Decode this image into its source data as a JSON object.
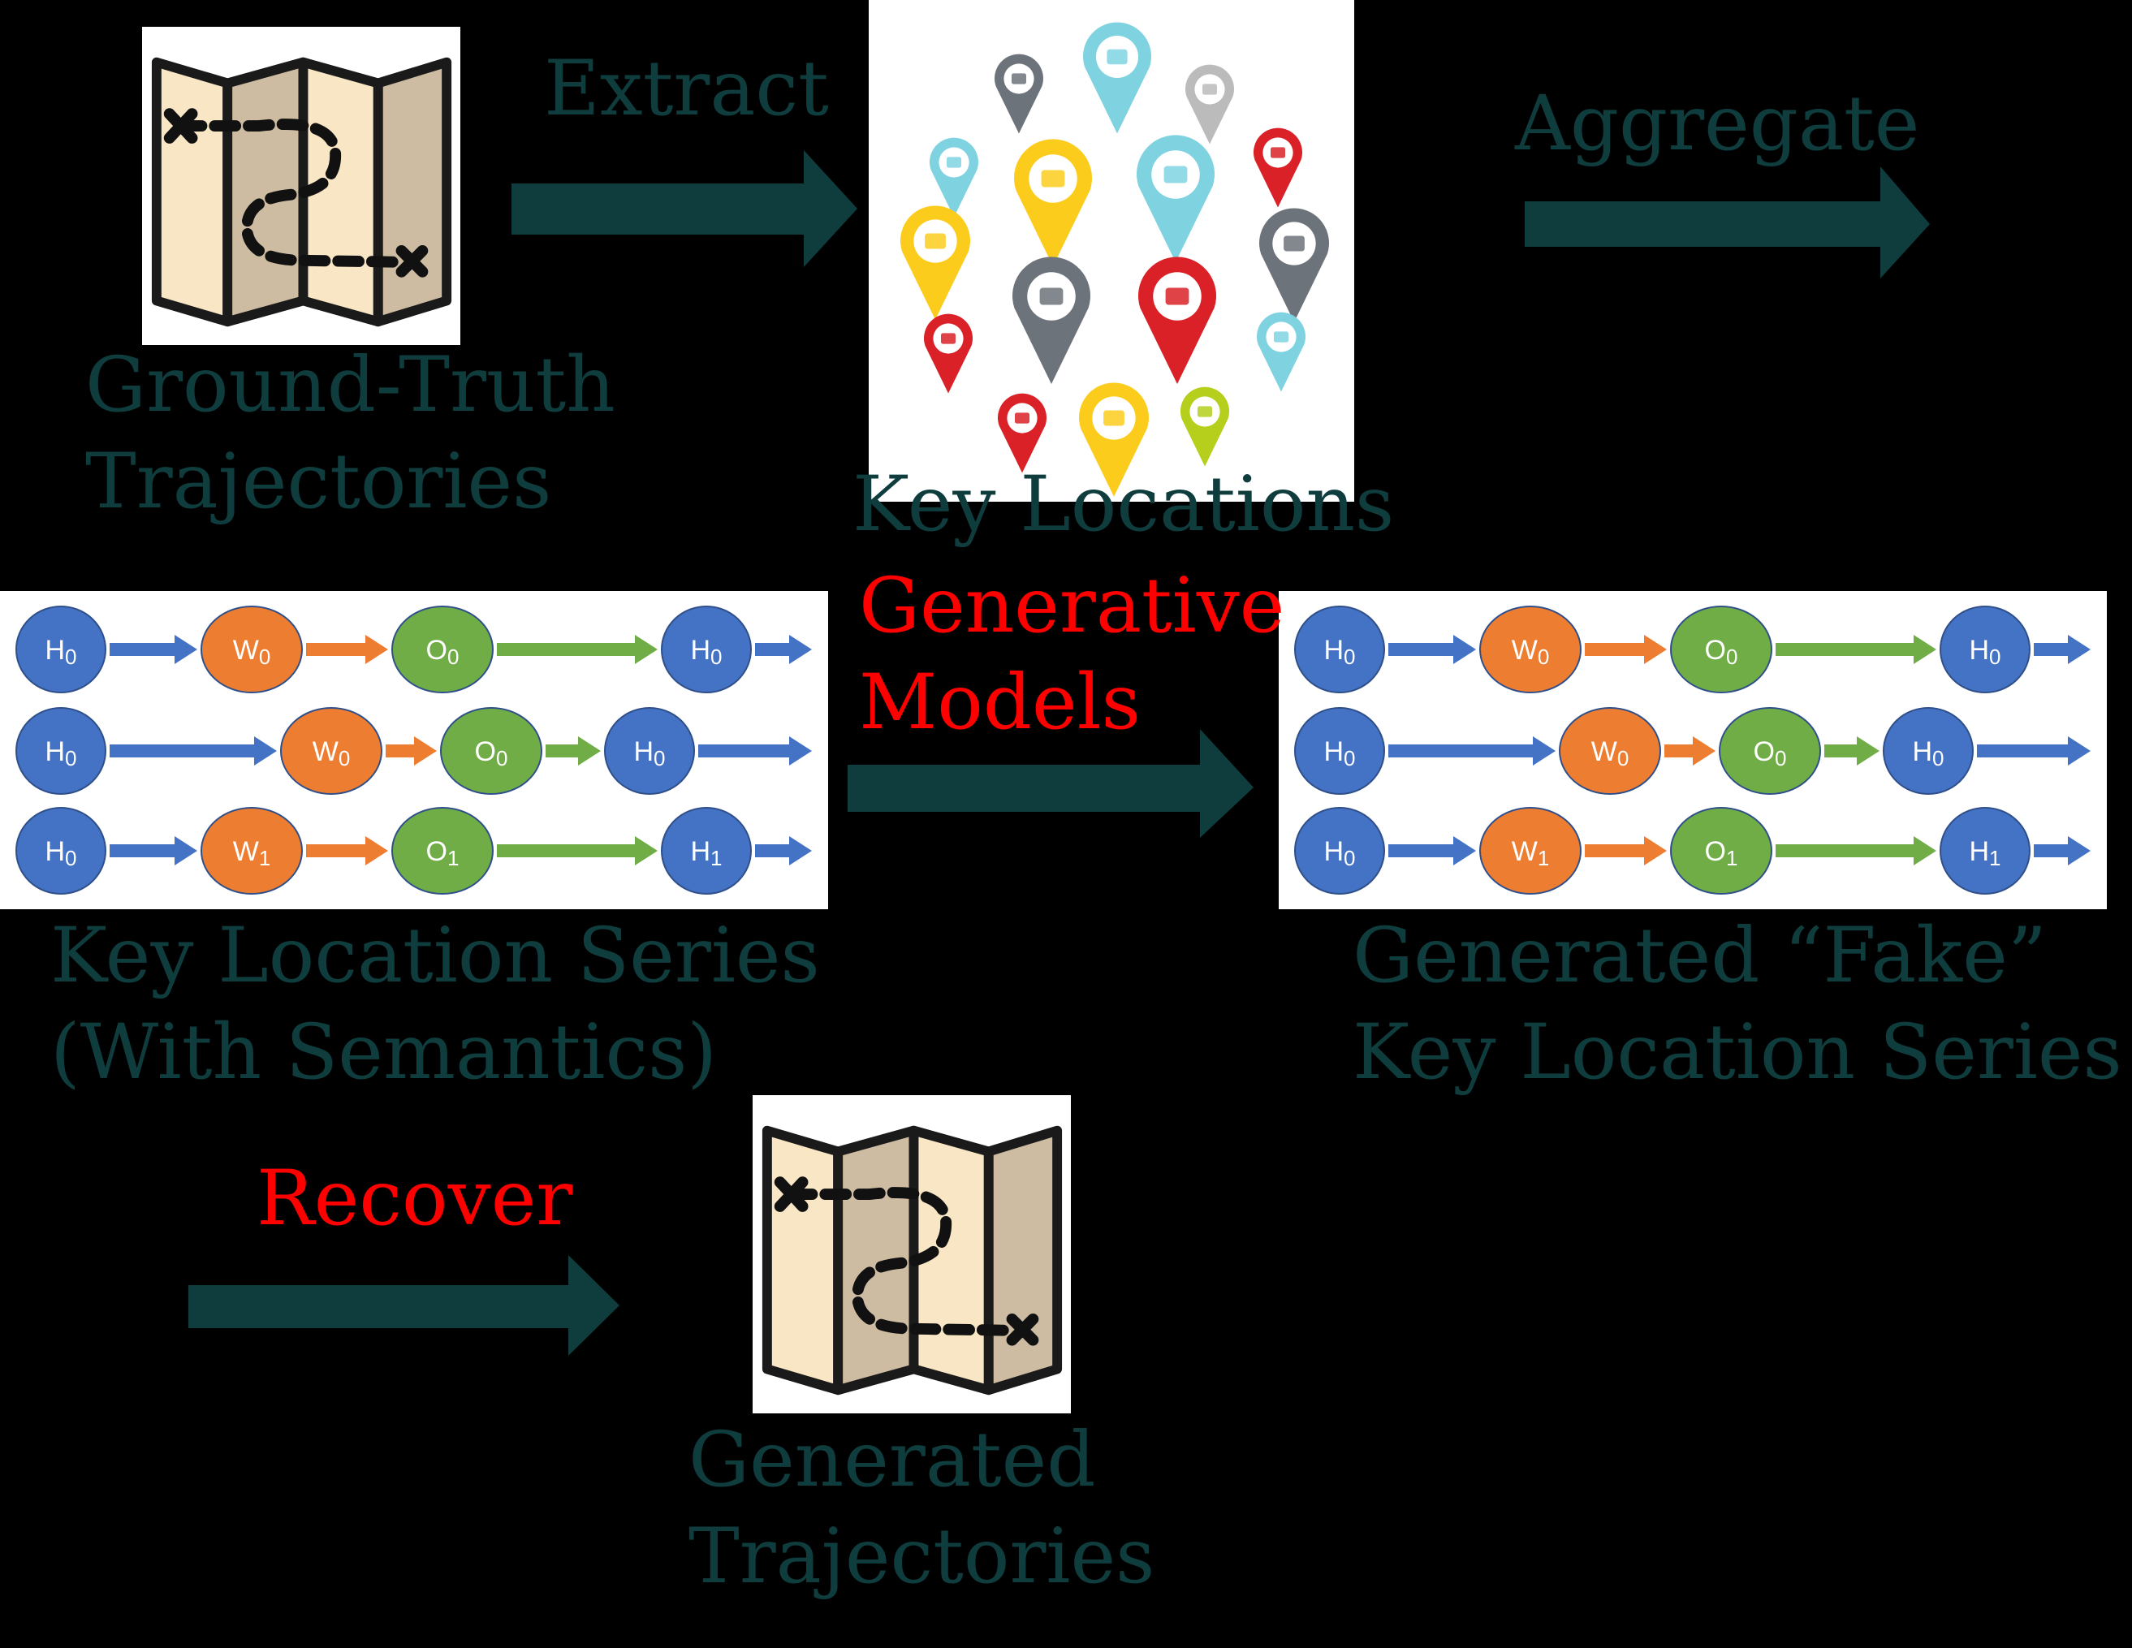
{
  "colors": {
    "background": "#000000",
    "label": "#0f3d3e",
    "label_red": "#ff0000",
    "arrow": "#0f3d3e",
    "home": "#4472c4",
    "work": "#ed7d31",
    "other": "#70ad47",
    "map_light": "#f9e6c4",
    "map_dark": "#cdbca2"
  },
  "steps": {
    "extract": "Extract",
    "aggregate": "Aggregate",
    "generative_1": "Generative",
    "generative_2": "Models",
    "recover": "Recover"
  },
  "nodes": {
    "ground_truth_1": "Ground-Truth",
    "ground_truth_2": "Trajectories",
    "key_locations": "Key Locations",
    "series_1": "Key Location Series",
    "series_2": "(With Semantics)",
    "fake_1": "Generated “Fake”",
    "fake_2": "Key Location Series",
    "generated_1": "Generated",
    "generated_2": "Trajectories"
  },
  "location_icons": [
    "book-icon",
    "shopping-cart-icon",
    "phone-24-icon",
    "wifi-icon",
    "coffee-cup-icon",
    "cutlery-icon",
    "fuel-pump-icon",
    "hotel-bed-icon",
    "anchor-icon",
    "office-building-icon",
    "bank-icon",
    "fuel-pump-icon",
    "mail-icon",
    "bus-icon",
    "church-icon",
    "telephone-icon"
  ],
  "series_rows": [
    [
      {
        "type": "home",
        "label": "H",
        "sub": "0"
      },
      {
        "type": "work",
        "label": "W",
        "sub": "0"
      },
      {
        "type": "other",
        "label": "O",
        "sub": "0"
      },
      {
        "type": "home",
        "label": "H",
        "sub": "0"
      }
    ],
    [
      {
        "type": "home",
        "label": "H",
        "sub": "0"
      },
      {
        "type": "work",
        "label": "W",
        "sub": "0"
      },
      {
        "type": "other",
        "label": "O",
        "sub": "0"
      },
      {
        "type": "home",
        "label": "H",
        "sub": "0"
      }
    ],
    [
      {
        "type": "home",
        "label": "H",
        "sub": "0"
      },
      {
        "type": "work",
        "label": "W",
        "sub": "1"
      },
      {
        "type": "other",
        "label": "O",
        "sub": "1"
      },
      {
        "type": "home",
        "label": "H",
        "sub": "1"
      }
    ]
  ]
}
